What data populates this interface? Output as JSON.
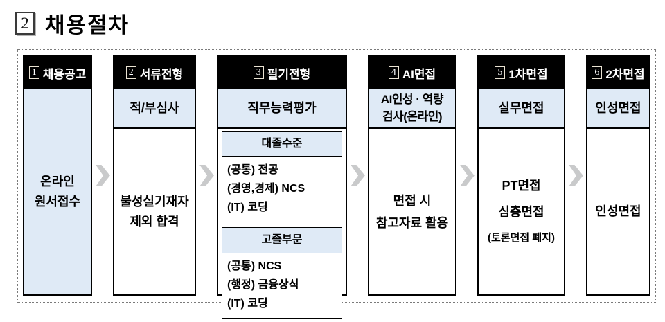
{
  "page_title": {
    "number": "2",
    "text": "채용절차"
  },
  "colors": {
    "header_bg": "#000000",
    "header_text": "#ffffff",
    "panel_blue": "#dfeaf6",
    "arrow_gray": "#c9cacb",
    "border_black": "#000000"
  },
  "columns": [
    {
      "number": "1",
      "title": "채용공고",
      "body_lines": [
        "온라인",
        "원서접수"
      ]
    },
    {
      "number": "2",
      "title": "서류전형",
      "subheader": "적/부심사",
      "body_lines": [
        "불성실기재자",
        "제외 합격"
      ]
    },
    {
      "number": "3",
      "title": "필기전형",
      "subheader": "직무능력평가",
      "tracks": [
        {
          "title": "대졸수준",
          "lines": [
            "(공통) 전공",
            "(경영,경제) NCS",
            "(IT) 코딩"
          ]
        },
        {
          "title": "고졸부문",
          "lines": [
            "(공통) NCS",
            "(행정) 금융상식",
            "(IT) 코딩"
          ]
        }
      ]
    },
    {
      "number": "4",
      "title": "AI면접",
      "subheader_lines": [
        "AI인성 · 역량",
        "검사(온라인)"
      ],
      "body_lines": [
        "면접 시",
        "참고자료 활용"
      ]
    },
    {
      "number": "5",
      "title": "1차면접",
      "subheader": "실무면접",
      "body_lines": [
        "PT면접",
        "심층면접",
        "(토론면접 폐지)"
      ]
    },
    {
      "number": "6",
      "title": "2차면접",
      "subheader": "인성면접",
      "body_lines": [
        "인성면접"
      ]
    }
  ]
}
